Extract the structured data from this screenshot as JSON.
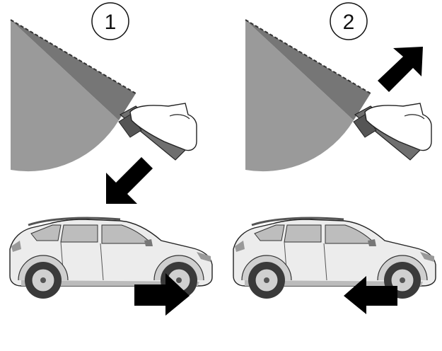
{
  "steps": [
    {
      "number": "1",
      "pedal_action": "press",
      "vehicle_motion": "forward"
    },
    {
      "number": "2",
      "pedal_action": "release",
      "vehicle_motion": "reverse"
    }
  ],
  "colors": {
    "arrow": "#000000",
    "seat_light": "#9a9a9a",
    "seat_dark": "#767676",
    "car_body": "#ececec",
    "window": "#bdbdbd",
    "tire": "#3a3a3a",
    "outline": "#222222"
  },
  "icons": [
    "pedal-icon",
    "foot-icon",
    "arrow-icon",
    "car-icon"
  ]
}
